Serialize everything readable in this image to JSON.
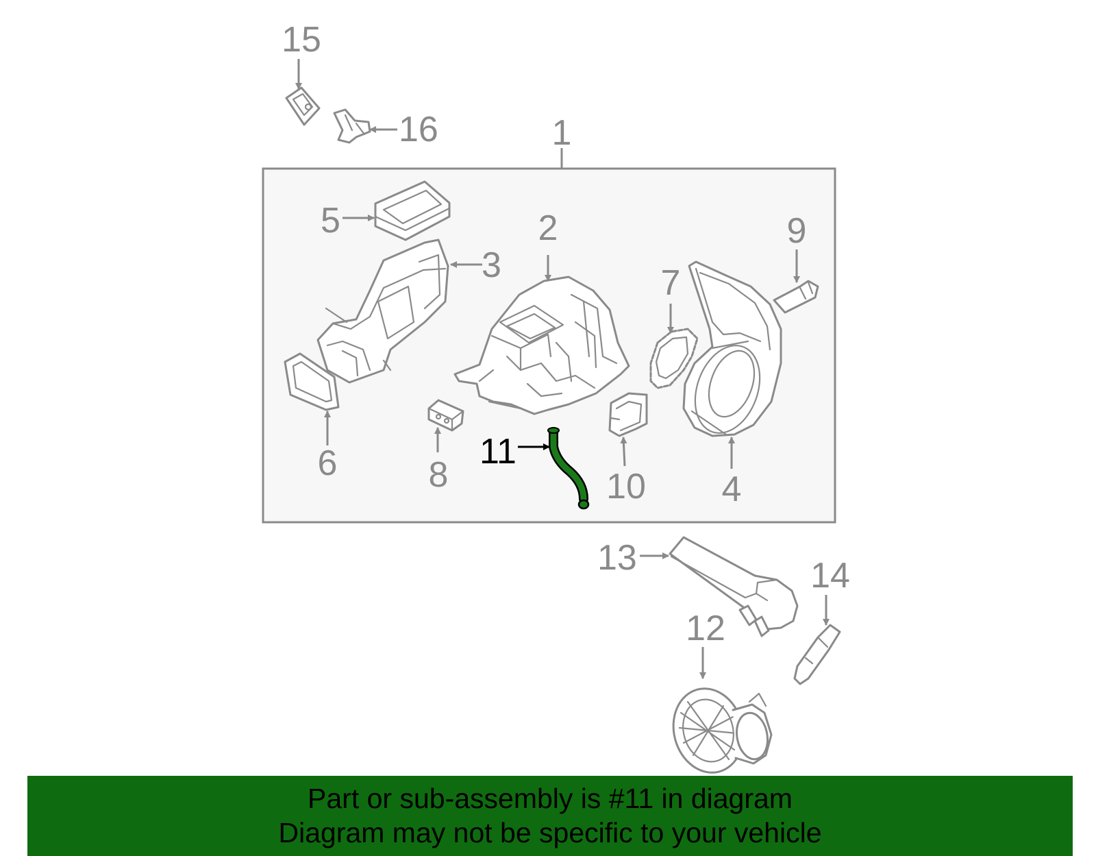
{
  "callouts": {
    "c1": "1",
    "c2": "2",
    "c3": "3",
    "c4": "4",
    "c5": "5",
    "c6": "6",
    "c7": "7",
    "c8": "8",
    "c9": "9",
    "c10": "10",
    "c11": "11",
    "c12": "12",
    "c13": "13",
    "c14": "14",
    "c15": "15",
    "c16": "16"
  },
  "highlight": {
    "part_number": "11",
    "color": "#1a7a1a"
  },
  "colors": {
    "line_gray": "#8a8a8a",
    "banner_green": "#0f6b0f",
    "box_fill": "#f7f7f7"
  },
  "banner": {
    "line1": "Part or sub-assembly is #11 in diagram",
    "line2": "Diagram may not be specific to your vehicle"
  }
}
